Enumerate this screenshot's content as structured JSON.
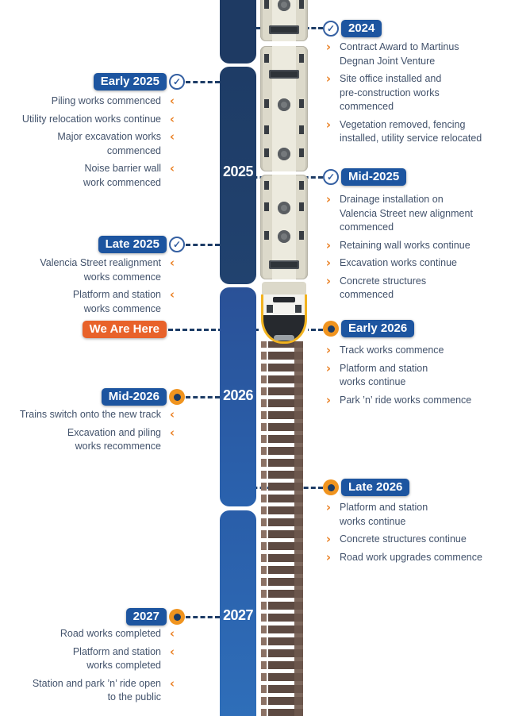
{
  "colors": {
    "badge_blue": "#1d55a0",
    "we_are_here_orange": "#e8622a",
    "chevron_orange": "#ea8125",
    "marker_orange": "#f0941f",
    "bar_navy": "#1e3c66",
    "bar_blue": "#2a62ae",
    "connector_navy": "#1d3c66",
    "track_brown": "#5d4a42",
    "body_text": "#42526b"
  },
  "icons": {
    "check": "✓",
    "bullet_right": "›",
    "bullet_left": "‹"
  },
  "timeline_years": {
    "y2025": "2025",
    "y2026": "2026",
    "y2027": "2027"
  },
  "milestones": {
    "y2024": {
      "badge": "2024",
      "marker": "check",
      "side": "right",
      "items": [
        "Contract Award to Martinus\nDegnan Joint Venture",
        "Site office installed and\npre-construction works\ncommenced",
        "Vegetation removed, fencing\ninstalled, utility service relocated"
      ]
    },
    "early2025": {
      "badge": "Early 2025",
      "marker": "check",
      "side": "left",
      "items": [
        "Piling works commenced",
        "Utility relocation works continue",
        "Major excavation works\ncommenced",
        "Noise barrier wall\nwork commenced"
      ]
    },
    "mid2025": {
      "badge": "Mid-2025",
      "marker": "check",
      "side": "right",
      "items": [
        "Drainage installation on\nValencia Street new alignment\ncommenced",
        "Retaining wall works continue",
        "Excavation works continue",
        "Concrete structures\ncommenced"
      ]
    },
    "late2025": {
      "badge": "Late 2025",
      "marker": "check",
      "side": "left",
      "items": [
        "Valencia Street realignment\nworks commence",
        "Platform and station\nworks commence"
      ]
    },
    "we_are_here": {
      "badge": "We Are Here",
      "side": "left"
    },
    "early2026": {
      "badge": "Early 2026",
      "marker": "dot",
      "side": "right",
      "items": [
        "Track works commence",
        "Platform and station\nworks continue",
        "Park ’n’ ride works commence"
      ]
    },
    "mid2026": {
      "badge": "Mid-2026",
      "marker": "dot",
      "side": "left",
      "items": [
        "Trains switch onto the new track",
        "Excavation and piling\nworks recommence"
      ]
    },
    "late2026": {
      "badge": "Late 2026",
      "marker": "dot",
      "side": "right",
      "items": [
        "Platform and station\nworks continue",
        "Concrete structures continue",
        "Road work upgrades commence"
      ]
    },
    "y2027": {
      "badge": "2027",
      "marker": "dot",
      "side": "left",
      "items": [
        "Road works completed",
        "Platform and station\nworks completed",
        "Station and park ’n’ ride open\nto the public"
      ]
    }
  }
}
